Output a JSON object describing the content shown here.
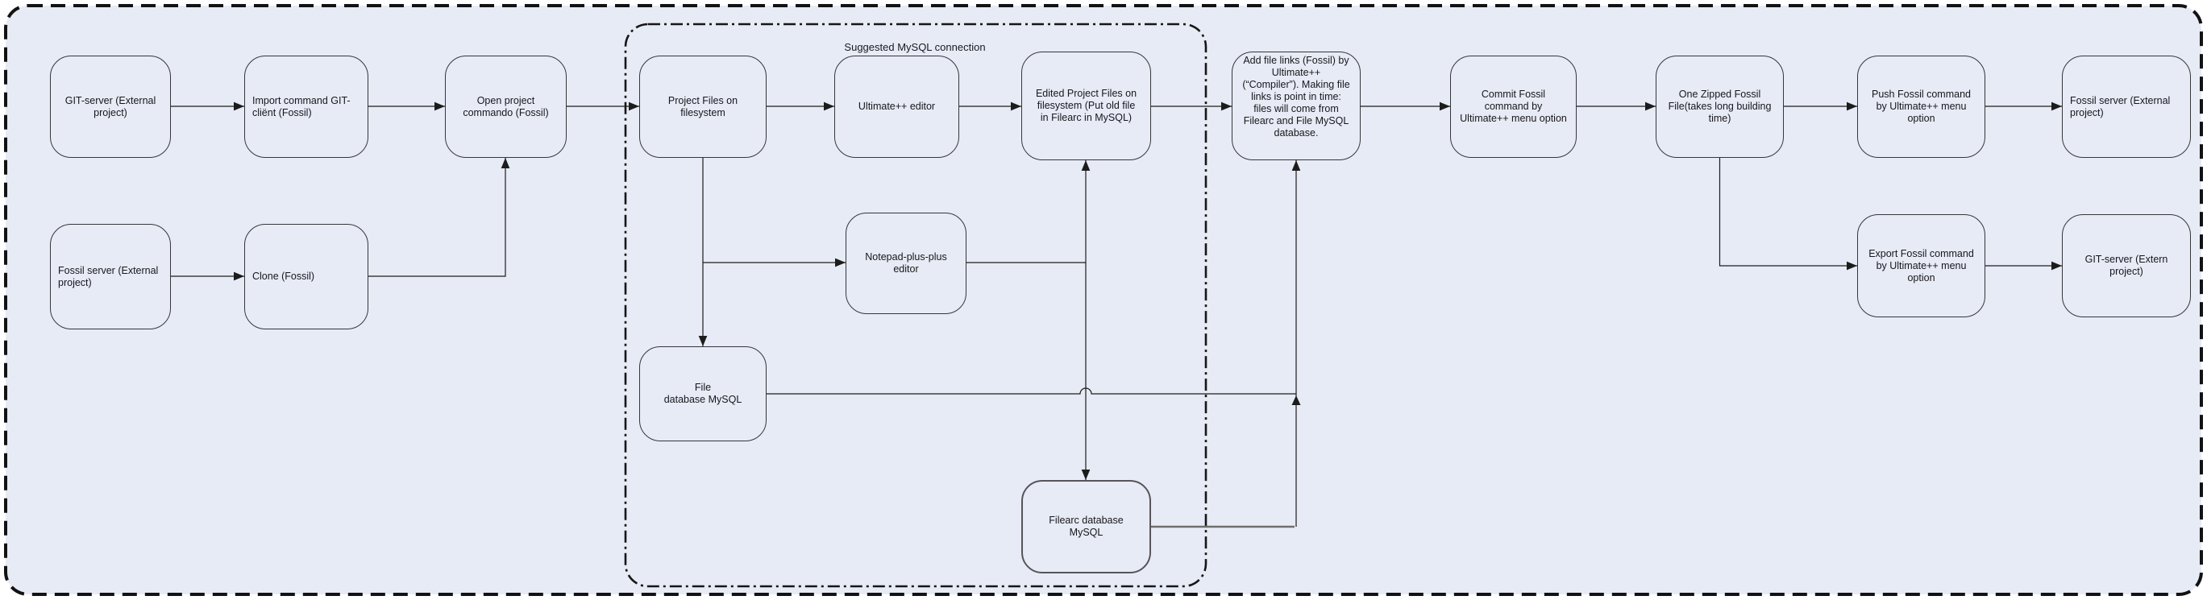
{
  "colors": {
    "background": "#e7ebf5",
    "outside": "#ffffff",
    "line": "#1c1c1c",
    "filearc_link": "#6f6f6f",
    "text": "#17171c"
  },
  "mysql_container": {
    "label": "Suggested MySQL connection"
  },
  "nodes": {
    "git_server_external": {
      "label": "GIT-server (External\nproject)"
    },
    "import_command": {
      "label": "Import command GIT-\ncliënt (Fossil)"
    },
    "open_project": {
      "label": "Open project\ncommando (Fossil)"
    },
    "fossil_server_external_left": {
      "label": "Fossil server (External\nproject)"
    },
    "clone_fossil": {
      "label": "Clone (Fossil)"
    },
    "project_files": {
      "label": "Project Files on\nfilesystem"
    },
    "ultimatepp_editor": {
      "label": "Ultimate++ editor"
    },
    "edited_project_files": {
      "label": "Edited Project Files on\nfilesystem (Put old file\nin Filearc in MySQL)"
    },
    "notepad_editor": {
      "label": "Notepad-plus-plus\neditor"
    },
    "file_database_mysql": {
      "label": "File\ndatabase MySQL"
    },
    "filearc_database_mysql": {
      "label": "Filearc database\nMySQL"
    },
    "add_file_links": {
      "label": "Add file links (Fossil) by\nUltimate++\n(“Compiler”). Making file\nlinks is point in time:\nfiles will come from\nFilearc and File MySQL\ndatabase."
    },
    "commit_fossil": {
      "label": "Commit Fossil\ncommand by\nUltimate++ menu option"
    },
    "one_zipped_fossil": {
      "label": "One Zipped Fossil\nFile(takes long building\ntime)"
    },
    "push_fossil": {
      "label": "Push Fossil command\nby Ultimate++ menu\noption"
    },
    "fossil_server_external_right": {
      "label": "Fossil server (External\nproject)"
    },
    "export_fossil": {
      "label": "Export Fossil command\nby Ultimate++ menu\noption"
    },
    "git_server_extern": {
      "label": "GIT-server (Extern\nproject)"
    }
  }
}
